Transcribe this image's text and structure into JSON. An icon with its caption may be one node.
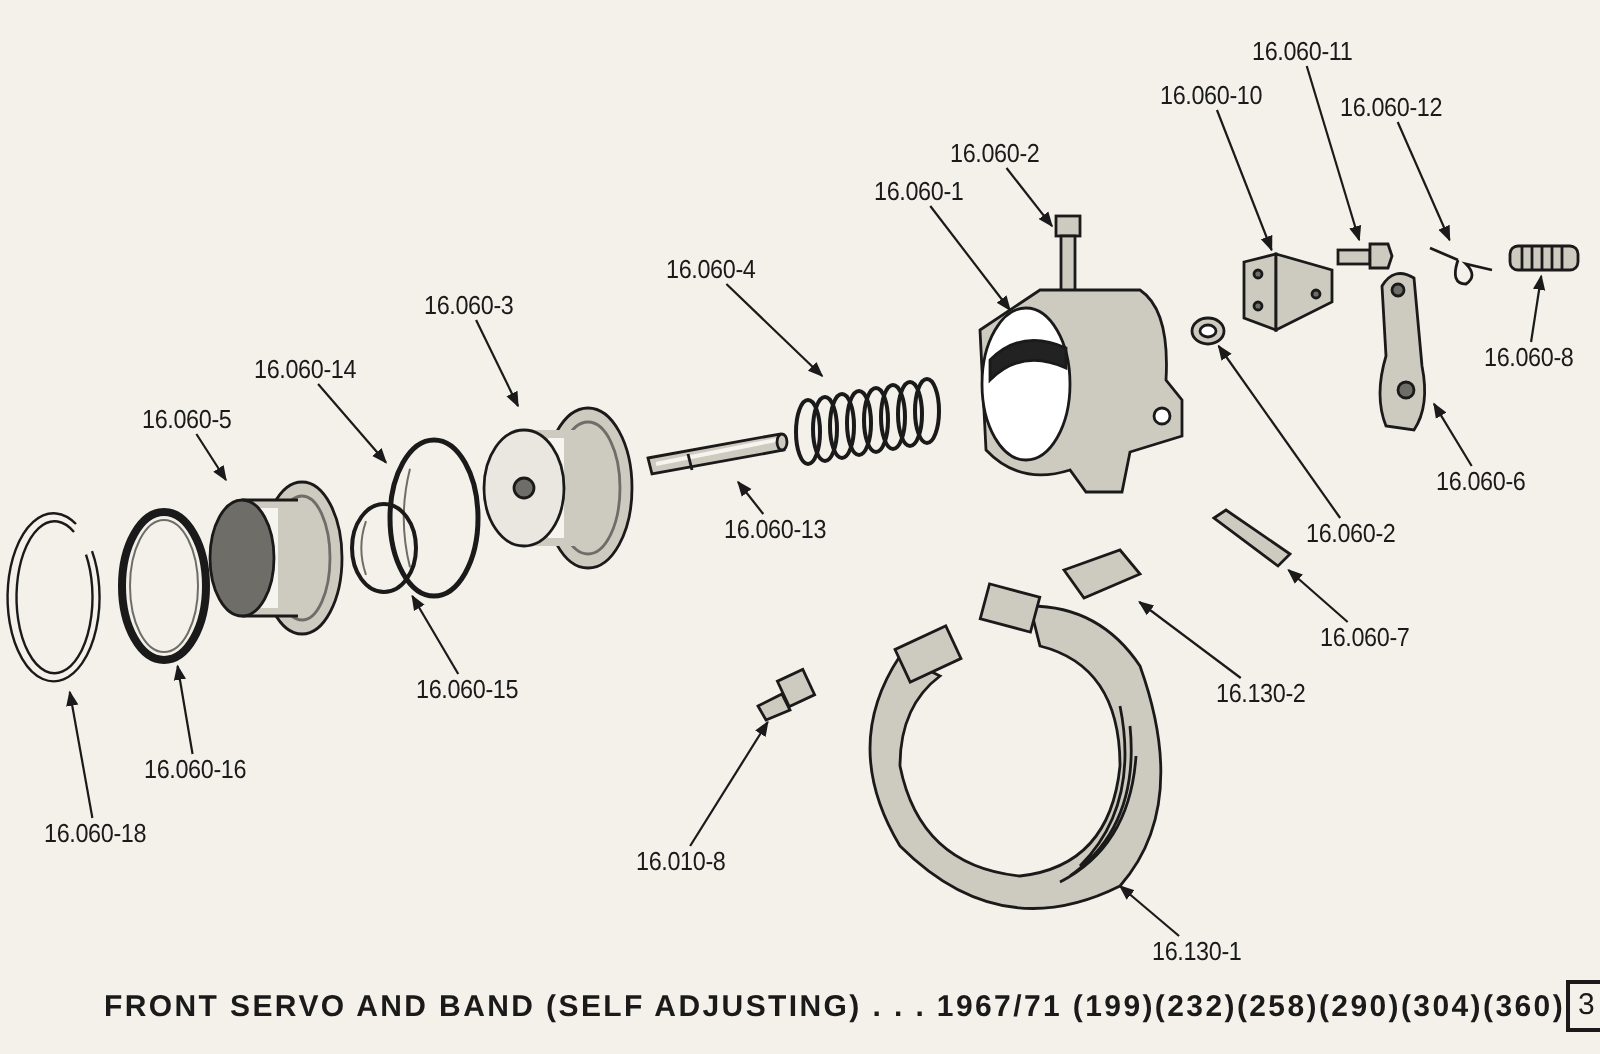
{
  "diagram": {
    "title": "FRONT SERVO AND BAND (SELF ADJUSTING) . . . 1967/71 (199)(232)(258)(290)(304)(360)",
    "nodes": [
      {
        "text": [
          "16.060-11"
        ]
      },
      {
        "text": [
          "16.060-10"
        ]
      },
      {
        "text": [
          "16.060-12"
        ]
      },
      {
        "text": [
          "16.060-2"
        ]
      },
      {
        "text": [
          "16.060-1"
        ]
      },
      {
        "text": [
          "16.060-4"
        ]
      },
      {
        "text": [
          "16.060-3"
        ]
      },
      {
        "text": [
          "16.060-8"
        ]
      },
      {
        "text": [
          "16.060-14"
        ]
      },
      {
        "text": [
          "16.060-5"
        ]
      },
      {
        "text": [
          "16.060-6"
        ]
      },
      {
        "text": [
          "16.060-13"
        ]
      },
      {
        "text": [
          "16.060-2"
        ]
      },
      {
        "text": [
          "16.060-7"
        ]
      },
      {
        "text": [
          "16.060-15"
        ]
      },
      {
        "text": [
          "16.130-2"
        ]
      },
      {
        "text": [
          "16.060-16"
        ]
      },
      {
        "text": [
          "16.060-18"
        ]
      },
      {
        "text": [
          "16.010-8"
        ]
      },
      {
        "text": [
          "16.130-1"
        ]
      },
      {
        "text": [],
        "shape": "picture"
      },
      {
        "text": [],
        "shape": "picture"
      },
      {
        "text": [],
        "shape": "picture"
      },
      {
        "text": [],
        "shape": "picture"
      },
      {
        "text": [],
        "shape": "picture"
      },
      {
        "text": [],
        "shape": "picture"
      },
      {
        "text": [],
        "shape": "picture"
      },
      {
        "text": [],
        "shape": "picture"
      },
      {
        "text": [],
        "shape": "picture"
      },
      {
        "text": [],
        "shape": "picture"
      },
      {
        "text": [],
        "shape": "picture"
      },
      {
        "text": [],
        "shape": "picture"
      },
      {
        "text": [],
        "shape": "picture"
      },
      {
        "text": [],
        "shape": "picture"
      },
      {
        "text": [],
        "shape": "picture"
      },
      {
        "text": [],
        "shape": "picture"
      },
      {
        "text": [],
        "shape": "picture"
      },
      {
        "text": [],
        "shape": "picture"
      },
      {
        "text": [],
        "shape": "picture"
      },
      {
        "text": [],
        "shape": "picture"
      }
    ],
    "edges": [
      {
        "from": 0,
        "to": 20,
        "arrow": "to"
      },
      {
        "from": 1,
        "to": 21,
        "arrow": "to"
      },
      {
        "from": 2,
        "to": 22,
        "arrow": "to"
      },
      {
        "from": 3,
        "to": 23,
        "arrow": "to"
      },
      {
        "from": 4,
        "to": 24,
        "arrow": "to"
      },
      {
        "from": 5,
        "to": 25,
        "arrow": "to"
      },
      {
        "from": 6,
        "to": 26,
        "arrow": "to"
      },
      {
        "from": 7,
        "to": 27,
        "arrow": "to"
      },
      {
        "from": 8,
        "to": 28,
        "arrow": "to"
      },
      {
        "from": 9,
        "to": 29,
        "arrow": "to"
      },
      {
        "from": 10,
        "to": 30,
        "arrow": "to"
      },
      {
        "from": 11,
        "to": 31,
        "arrow": "to"
      },
      {
        "from": 12,
        "to": 32,
        "arrow": "to"
      },
      {
        "from": 13,
        "to": 33,
        "arrow": "to"
      },
      {
        "from": 14,
        "to": 34,
        "arrow": "to"
      },
      {
        "from": 15,
        "to": 35,
        "arrow": "to"
      },
      {
        "from": 16,
        "to": 36,
        "arrow": "to"
      },
      {
        "from": 17,
        "to": 37,
        "arrow": "to"
      },
      {
        "from": 18,
        "to": 38,
        "arrow": "to"
      },
      {
        "from": 19,
        "to": 39,
        "arrow": "to"
      }
    ],
    "labels": [
      "3"
    ]
  }
}
